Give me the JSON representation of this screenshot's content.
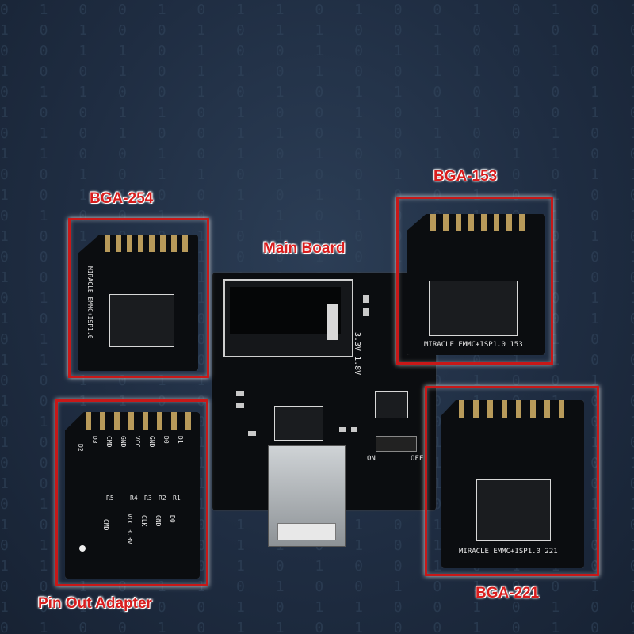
{
  "labels": {
    "bga254": "BGA-254",
    "bga153": "BGA-153",
    "main_board": "Main Board",
    "pin_out_adapter": "Pin Out Adapter",
    "bga221": "BGA-221"
  },
  "board_text": {
    "bga153_silk": "MIRACLE EMMC+ISP1.0 153",
    "bga221_silk": "MIRACLE EMMC+ISP1.0 221",
    "bga254_silk": "MIRACLE EMMC+ISP1.0",
    "voltage": "3.3V 1.8V",
    "pin_labels": [
      "D2",
      "D3",
      "CMD",
      "GND",
      "VCC",
      "GND",
      "D0",
      "D1"
    ],
    "resistors": [
      "R5",
      "R4",
      "R3",
      "R2",
      "R1"
    ],
    "bottom_labels": [
      "CMD",
      "VCC 3.3V",
      "CLK",
      "GND",
      "D0"
    ],
    "on": "ON",
    "off": "OFF"
  },
  "colors": {
    "frame": "#c81818",
    "label": "#d81e1e",
    "background": "#1f2d42"
  }
}
